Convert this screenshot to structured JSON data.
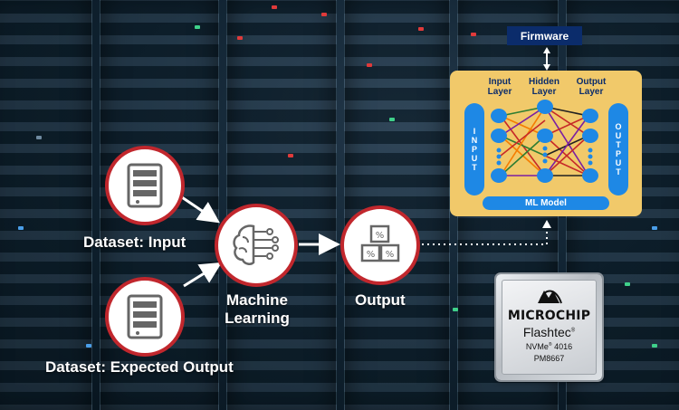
{
  "nodes": {
    "dataset_input": "Dataset: Input",
    "dataset_expected": "Dataset: Expected Output",
    "machine_learning": [
      "Machine",
      "Learning"
    ],
    "output": "Output"
  },
  "ml_panel": {
    "firmware": "Firmware",
    "input_layer": [
      "Input",
      "Layer"
    ],
    "hidden_layer": [
      "Hidden",
      "Layer"
    ],
    "output_layer": [
      "Output",
      "Layer"
    ],
    "input_side": "INPUT",
    "output_side": "OUTPUT",
    "model": "ML Model"
  },
  "chip": {
    "brand": "MICROCHIP",
    "product": "Flashtec",
    "product_mark": "®",
    "line": "NVMe",
    "line_mark": "®",
    "model": "4016",
    "part": "PM8667"
  },
  "colors": {
    "accent_red": "#c1272d",
    "panel_yellow": "#f1c96a",
    "navy": "#0b2c6b",
    "neuron_blue": "#1e88e5"
  }
}
